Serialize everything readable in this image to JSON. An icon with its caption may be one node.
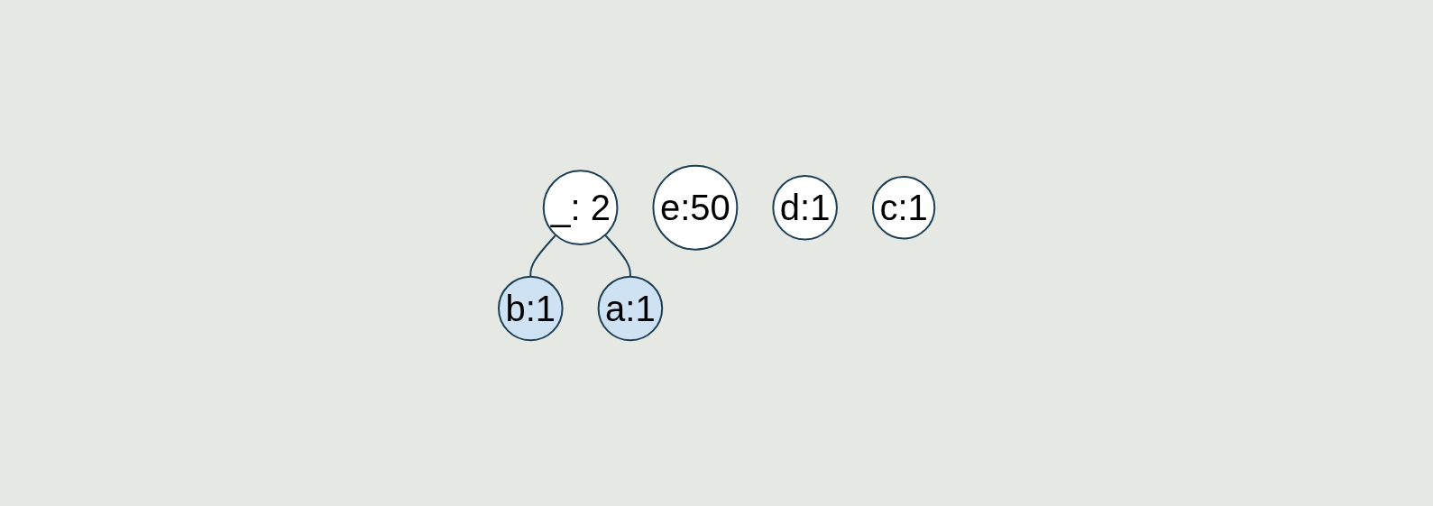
{
  "diagram": {
    "nodes": [
      {
        "text": [
          "_: 2"
        ]
      },
      {
        "text": [
          "e:50"
        ]
      },
      {
        "text": [
          "d:1"
        ]
      },
      {
        "text": [
          "c:1"
        ]
      },
      {
        "text": [
          "b:1"
        ]
      },
      {
        "text": [
          "a:1"
        ]
      }
    ],
    "edges": [
      {
        "from": 0,
        "to": 4,
        "arrow": "none"
      },
      {
        "from": 0,
        "to": 5,
        "arrow": "none"
      }
    ]
  }
}
